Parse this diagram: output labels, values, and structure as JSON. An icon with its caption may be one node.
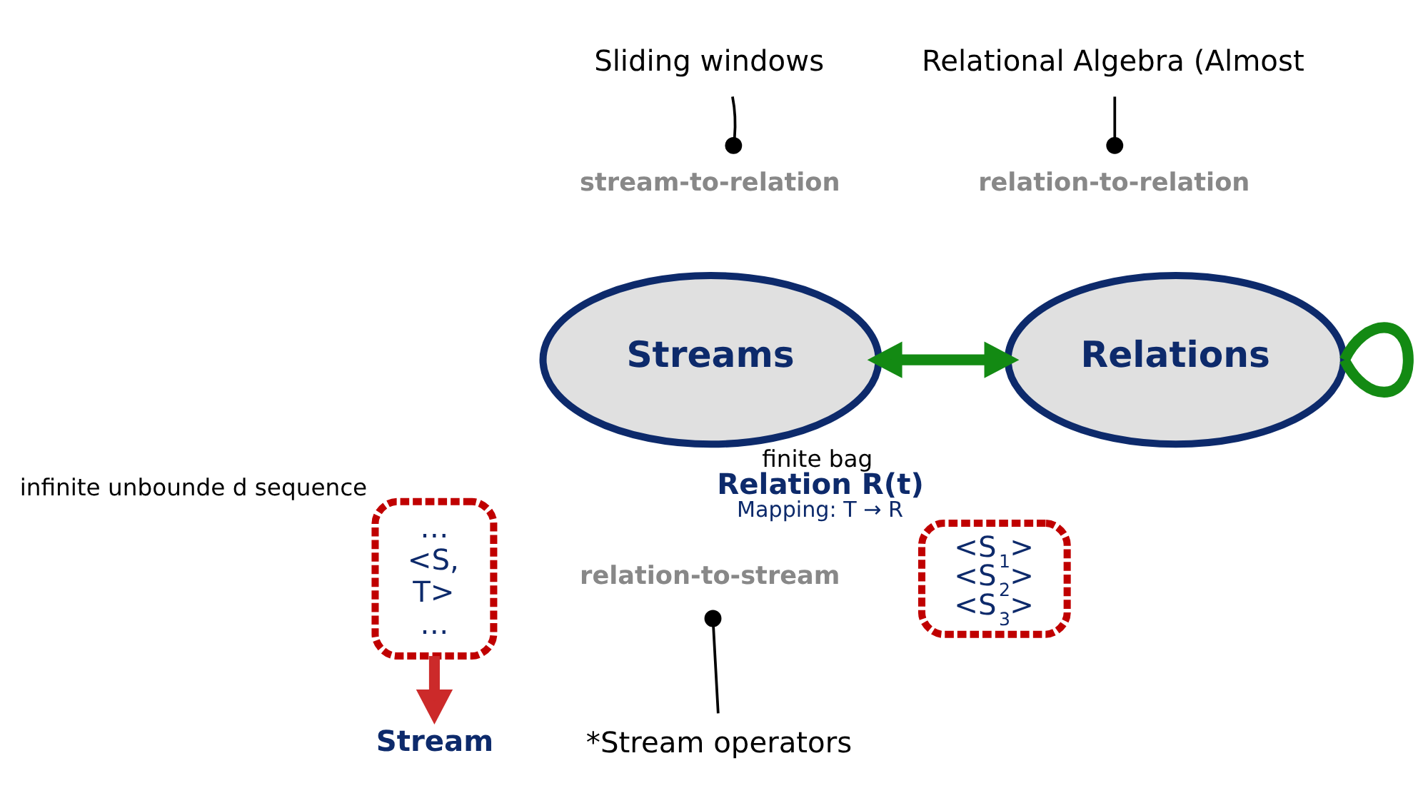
{
  "diagram": {
    "nodes": [
      {
        "text": [
          "Sliding windows"
        ]
      },
      {
        "text": [
          "Relational Algebra (Almost"
        ]
      },
      {
        "text": [
          "stream-to-relation"
        ]
      },
      {
        "text": [
          "relation-to-relation"
        ]
      },
      {
        "text": [
          "Streams"
        ]
      },
      {
        "text": [
          "Relations"
        ]
      },
      {
        "text": [
          "relation-to-stream"
        ]
      },
      {
        "text": [
          "… <S, T> …"
        ],
        "beside": [
          "infinite unbounde d sequence"
        ]
      },
      {
        "text": [
          "<S$_{1}$> <S$_{2}$> <S$_{3}$>"
        ],
        "beside": [
          "finite bag",
          "Relation R(t)",
          "Mapping: T → R"
        ]
      },
      {
        "text": [
          "Stream"
        ]
      },
      {
        "text": [
          "*Stream operators"
        ]
      }
    ],
    "edges": [
      {
        "from": 0,
        "to": 2,
        "arrow": "other"
      },
      {
        "from": 1,
        "to": 3,
        "arrow": "other"
      },
      {
        "from": 10,
        "to": 6,
        "arrow": "other"
      },
      {
        "from": 4,
        "to": 5,
        "arrow": "both",
        "style": "thick",
        "color": "#138a13"
      },
      {
        "from": 5,
        "to": 5,
        "arrow": "none",
        "style": "thick",
        "color": "#138a13"
      },
      {
        "from": 7,
        "to": 9,
        "arrow": "to",
        "style": "thick",
        "color": "#cc2a2a"
      }
    ]
  }
}
